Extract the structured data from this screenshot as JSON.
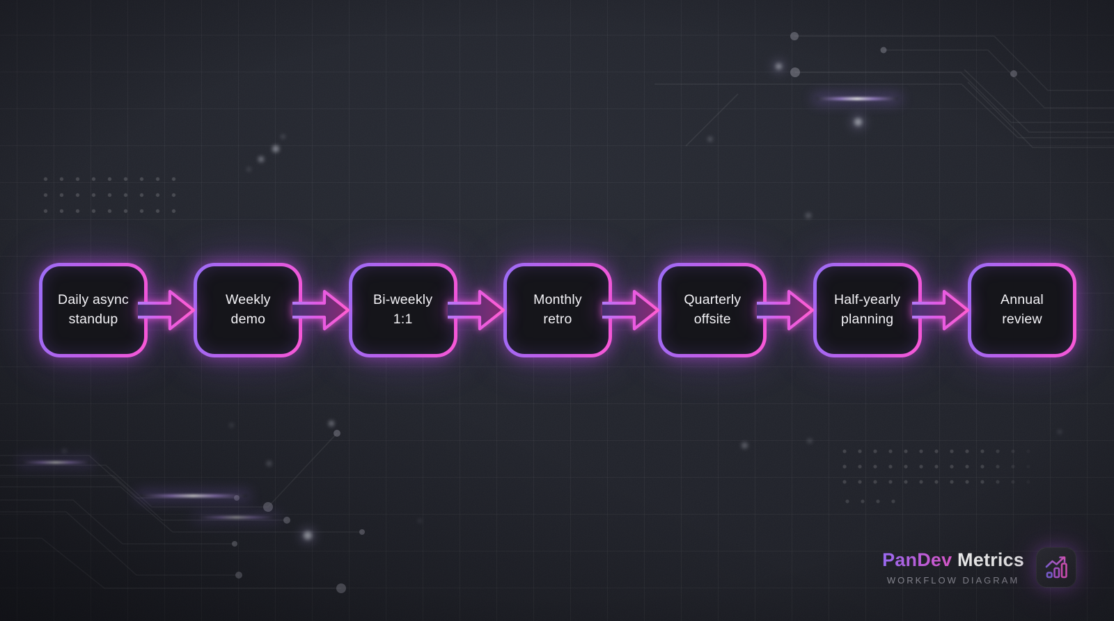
{
  "app": {
    "type": "workflow-diagram"
  },
  "workflow": {
    "connector": "arrow-right",
    "steps": [
      {
        "line1": "Daily async",
        "line2": "standup"
      },
      {
        "line1": "Weekly",
        "line2": "demo"
      },
      {
        "line1": "Bi-weekly",
        "line2": "1:1"
      },
      {
        "line1": "Monthly",
        "line2": "retro"
      },
      {
        "line1": "Quarterly",
        "line2": "offsite"
      },
      {
        "line1": "Half-yearly",
        "line2": "planning"
      },
      {
        "line1": "Annual",
        "line2": "review"
      }
    ]
  },
  "brand": {
    "name_primary": "PanDev",
    "name_secondary": "Metrics",
    "tagline": "WORKFLOW DIAGRAM",
    "icon": "bar-chart-trend-icon"
  },
  "colors": {
    "accent_purple": "#9b6df6",
    "accent_pink": "#fb58d6",
    "background": "#1e2028",
    "text": "#f4f3f7",
    "muted_text": "#8f8f99"
  }
}
